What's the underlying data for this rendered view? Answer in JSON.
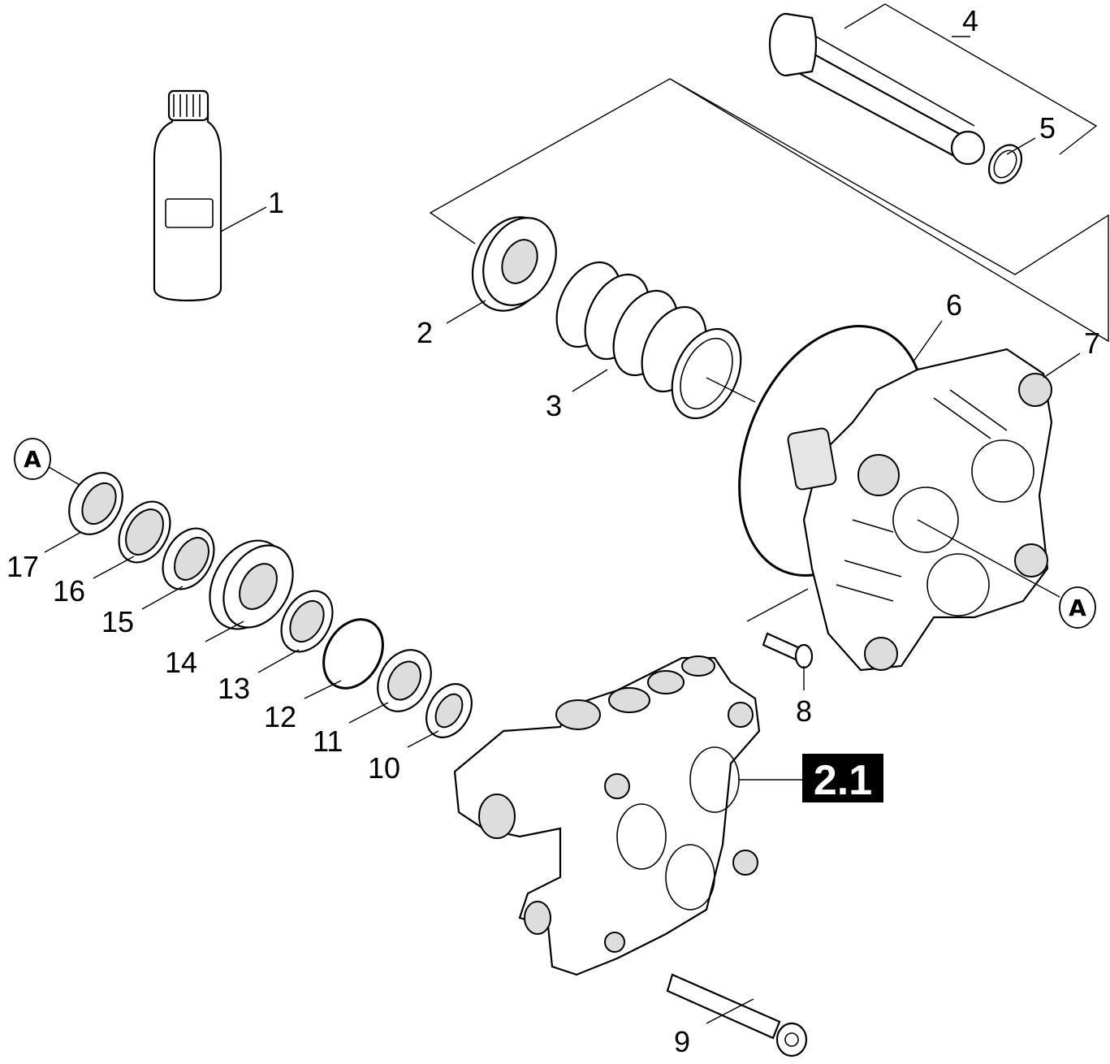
{
  "callout": {
    "label": "2.1",
    "color": "#000000",
    "text_color": "#ffffff"
  },
  "reference_mark": "A",
  "parts": [
    {
      "id": "1",
      "icon": "oil-bottle-icon"
    },
    {
      "id": "2",
      "icon": "spring-washer-icon"
    },
    {
      "id": "3",
      "icon": "coil-spring-icon"
    },
    {
      "id": "4",
      "icon": "piston-plunger-icon"
    },
    {
      "id": "5",
      "icon": "retaining-ring-icon"
    },
    {
      "id": "6",
      "icon": "o-ring-icon"
    },
    {
      "id": "7",
      "icon": "pump-housing-icon"
    },
    {
      "id": "8",
      "icon": "screw-icon"
    },
    {
      "id": "9",
      "icon": "cylinder-head-bolt-icon"
    },
    {
      "id": "10",
      "icon": "washer-icon"
    },
    {
      "id": "11",
      "icon": "seal-ring-icon"
    },
    {
      "id": "12",
      "icon": "o-ring-icon"
    },
    {
      "id": "13",
      "icon": "washer-icon"
    },
    {
      "id": "14",
      "icon": "groove-seal-icon"
    },
    {
      "id": "15",
      "icon": "bushing-icon"
    },
    {
      "id": "16",
      "icon": "washer-icon"
    },
    {
      "id": "17",
      "icon": "threaded-ring-icon"
    }
  ]
}
